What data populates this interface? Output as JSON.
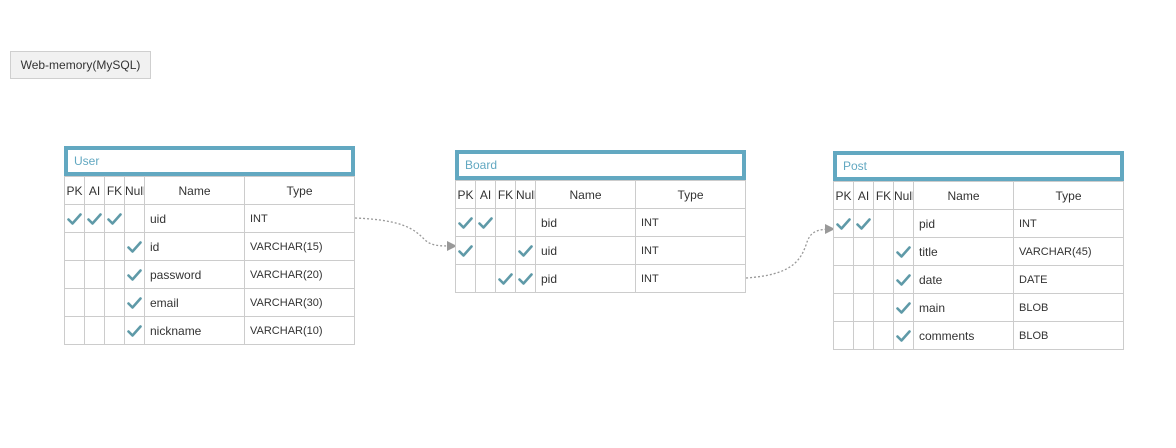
{
  "database_label": "Web-memory(MySQL)",
  "column_headers": {
    "pk": "PK",
    "ai": "AI",
    "fk": "FK",
    "null": "Null",
    "name": "Name",
    "type": "Type"
  },
  "colors": {
    "accent": "#62a8c1",
    "check": "#5f9aa8",
    "border": "#cccccc"
  },
  "entities": [
    {
      "title": "User",
      "columns": [
        {
          "pk": true,
          "ai": true,
          "fk": true,
          "null": false,
          "name": "uid",
          "type": "INT"
        },
        {
          "pk": false,
          "ai": false,
          "fk": false,
          "null": true,
          "name": "id",
          "type": "VARCHAR(15)"
        },
        {
          "pk": false,
          "ai": false,
          "fk": false,
          "null": true,
          "name": "password",
          "type": "VARCHAR(20)"
        },
        {
          "pk": false,
          "ai": false,
          "fk": false,
          "null": true,
          "name": "email",
          "type": "VARCHAR(30)"
        },
        {
          "pk": false,
          "ai": false,
          "fk": false,
          "null": true,
          "name": "nickname",
          "type": "VARCHAR(10)"
        }
      ]
    },
    {
      "title": "Board",
      "columns": [
        {
          "pk": true,
          "ai": true,
          "fk": false,
          "null": false,
          "name": "bid",
          "type": "INT"
        },
        {
          "pk": true,
          "ai": false,
          "fk": false,
          "null": true,
          "name": "uid",
          "type": "INT"
        },
        {
          "pk": false,
          "ai": false,
          "fk": true,
          "null": true,
          "name": "pid",
          "type": "INT"
        }
      ]
    },
    {
      "title": "Post",
      "columns": [
        {
          "pk": true,
          "ai": true,
          "fk": false,
          "null": false,
          "name": "pid",
          "type": "INT"
        },
        {
          "pk": false,
          "ai": false,
          "fk": false,
          "null": true,
          "name": "title",
          "type": "VARCHAR(45)"
        },
        {
          "pk": false,
          "ai": false,
          "fk": false,
          "null": true,
          "name": "date",
          "type": "DATE"
        },
        {
          "pk": false,
          "ai": false,
          "fk": false,
          "null": true,
          "name": "main",
          "type": "BLOB"
        },
        {
          "pk": false,
          "ai": false,
          "fk": false,
          "null": true,
          "name": "comments",
          "type": "BLOB"
        }
      ]
    }
  ],
  "relations": [
    {
      "from": "User.uid",
      "to": "Board.uid"
    },
    {
      "from": "Board.pid",
      "to": "Post.pid"
    }
  ]
}
